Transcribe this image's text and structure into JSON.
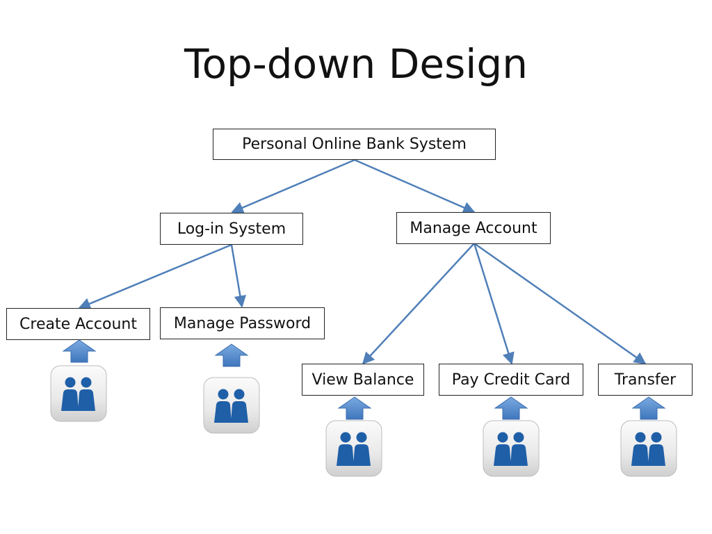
{
  "title": "Top-down Design",
  "nodes": {
    "root": "Personal Online Bank System",
    "login": "Log-in System",
    "manage_account": "Manage Account",
    "create_account": "Create Account",
    "manage_password": "Manage Password",
    "view_balance": "View Balance",
    "pay_credit_card": "Pay Credit Card",
    "transfer": "Transfer"
  },
  "edges": [
    [
      "root",
      "login"
    ],
    [
      "root",
      "manage_account"
    ],
    [
      "login",
      "create_account"
    ],
    [
      "login",
      "manage_password"
    ],
    [
      "manage_account",
      "view_balance"
    ],
    [
      "manage_account",
      "pay_credit_card"
    ],
    [
      "manage_account",
      "transfer"
    ]
  ],
  "user_icons": [
    "create_account",
    "manage_password",
    "view_balance",
    "pay_credit_card",
    "transfer"
  ],
  "colors": {
    "edge": "#4f7fb8",
    "arrow_fill": "#5b8fd0",
    "user_icon": "#1f5fa8",
    "tile": "#e6e6e6"
  }
}
